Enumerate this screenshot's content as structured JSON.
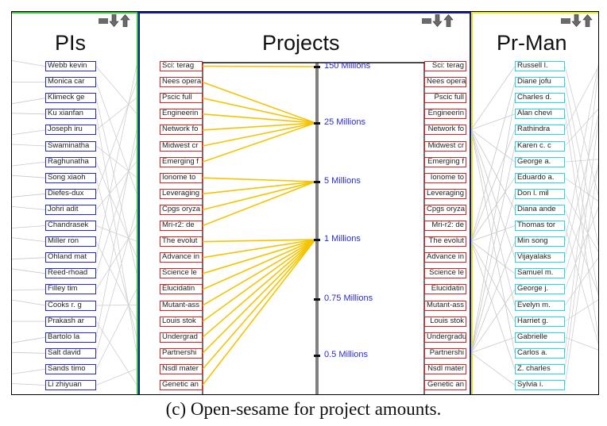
{
  "panels": {
    "pis": {
      "title": "PIs",
      "items": [
        "Webb kevin",
        "Monica car",
        "Klimeck ge",
        "Ku xianfan",
        "Joseph iru",
        "Swaminatha",
        "Raghunatha",
        "Song xiaoh",
        "Diefes-dux",
        "Johri adit",
        "Chandrasek",
        "Miller ron",
        "Ohland mat",
        "Reed-rhoad",
        "Filley tim",
        "Cooks r. g",
        "Prakash ar",
        "Bartolo la",
        "Salt david",
        "Sands timo",
        "Li zhiyuan"
      ]
    },
    "projects": {
      "title": "Projects",
      "left_items": [
        "Sci: terag",
        "Nees opera",
        "Pscic full",
        "Engineerin",
        "Network fo",
        "Midwest cr",
        "Emerging f",
        "Ionome to",
        "Leveraging",
        "Cpgs oryza",
        "Mri-r2: de",
        "The evolut",
        "Advance in",
        "Science le",
        "Elucidatin",
        "Mutant-ass",
        "Louis stok",
        "Undergrad",
        "Partnershi",
        "Nsdl mater",
        "Genetic an"
      ],
      "right_items": [
        "Sci: terag",
        "Nees opera",
        "Pscic full",
        "Engineerin",
        "Network fo",
        "Midwest cr",
        "Emerging f",
        "Ionome to",
        "Leveraging",
        "Cpgs oryza",
        "Mri-r2: de",
        "The evolut",
        "Advance in",
        "Science le",
        "Elucidatin",
        "Mutant-ass",
        "Louis stok",
        "Undergradu",
        "Partnershi",
        "Nsdl mater",
        "Genetic an"
      ],
      "scale": [
        "150 Millions",
        "25 Millions",
        "5 Millions",
        "1 Millions",
        "0.75 Millions",
        "0.5 Millions"
      ],
      "link_groups": [
        {
          "scale_index": 0,
          "item_indexes": [
            0
          ]
        },
        {
          "scale_index": 1,
          "item_indexes": [
            1,
            2,
            3,
            4,
            5,
            6
          ]
        },
        {
          "scale_index": 2,
          "item_indexes": [
            7,
            8,
            9,
            10
          ]
        },
        {
          "scale_index": 3,
          "item_indexes": [
            11,
            12,
            13,
            14,
            15,
            16,
            17,
            18,
            19,
            20
          ]
        }
      ]
    },
    "prman": {
      "title": "Pr-Man",
      "items": [
        "Russell l.",
        "Diane jofu",
        "Charles d.",
        "Alan chevi",
        "Rathindra",
        "Karen c. c",
        "George a.",
        "Eduardo a.",
        "Don l. mil",
        "Diana ande",
        "Thomas tor",
        "Min song",
        "Vijayalaks",
        "Samuel m.",
        "George j.",
        "Evelyn m.",
        "Harriet g.",
        "Gabrielle",
        "Carlos a.",
        "Z. charles",
        "Sylvia i."
      ]
    }
  },
  "toolbar": {
    "icons": [
      "minimize-icon",
      "sort-down-icon",
      "sort-up-icon"
    ]
  },
  "colors": {
    "pis_box": "#2424d8",
    "project_box": "#d82020",
    "prman_box": "#21d8e8",
    "link": "#f5c400",
    "scale_text": "#2a2ad0",
    "axis": "#808080",
    "pis_accent": "#22cc22",
    "prman_accent": "#e8e800",
    "projects_accent": "#1818a8"
  },
  "caption": "(c)  Open-sesame for project amounts."
}
